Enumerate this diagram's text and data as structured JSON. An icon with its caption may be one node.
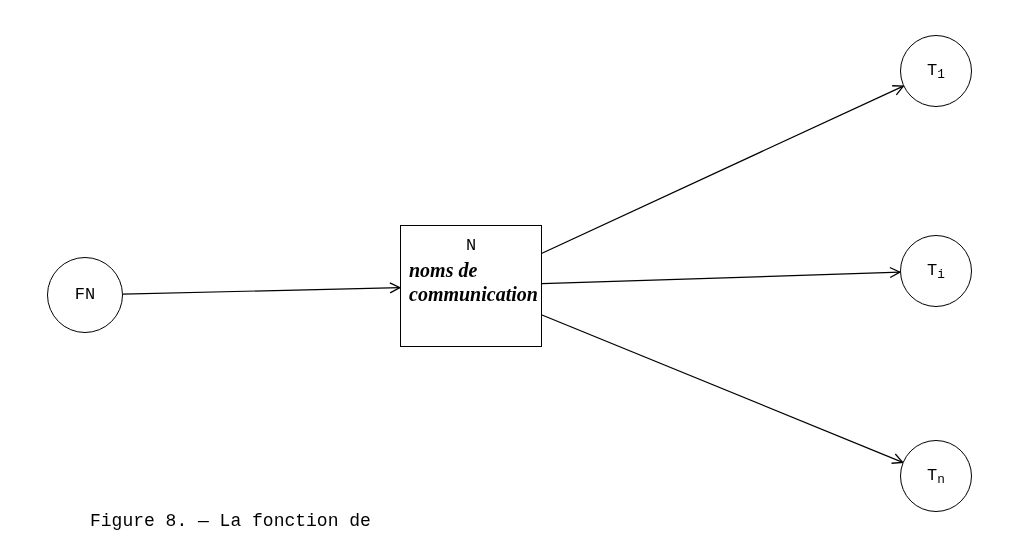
{
  "diagram": {
    "caption": "Figure 8. — La fonction de",
    "nodes": [
      {
        "text": [
          "FN"
        ]
      },
      {
        "text": [
          "N",
          "noms de communication"
        ]
      },
      {
        "text": [
          "T$_{1}$"
        ]
      },
      {
        "text": [
          "T$_{i}$"
        ]
      },
      {
        "text": [
          "T$_{n}$"
        ]
      }
    ],
    "edges": [
      {
        "from": 0,
        "to": 1,
        "arrow": "to"
      },
      {
        "from": 1,
        "to": 2,
        "arrow": "to"
      },
      {
        "from": 1,
        "to": 3,
        "arrow": "to"
      },
      {
        "from": 1,
        "to": 4,
        "arrow": "to"
      }
    ]
  }
}
